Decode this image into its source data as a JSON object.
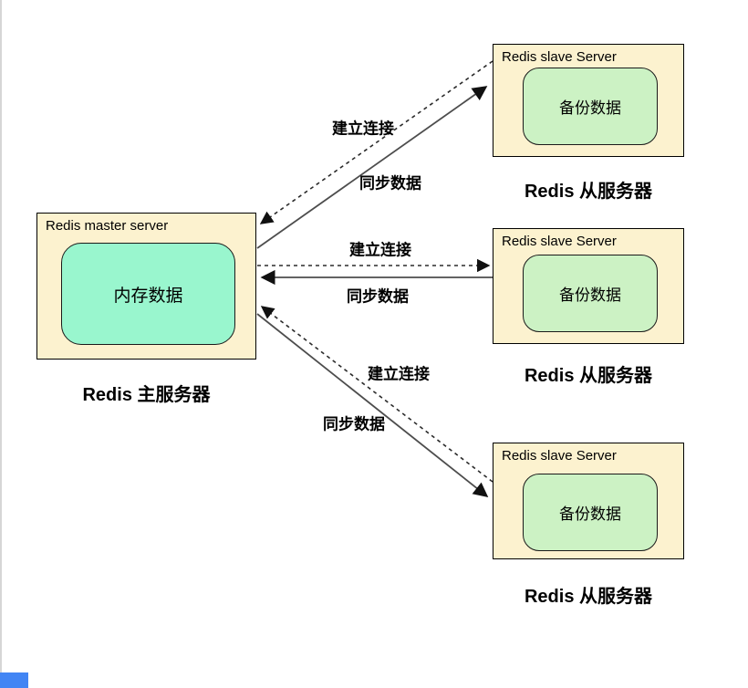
{
  "colors": {
    "node_fill": "#FCF2CF",
    "node_border": "#000000",
    "master_inner_fill": "#99F6CE",
    "slave_inner_fill": "#CCF2C4",
    "solid_edge": "#4d4d4d",
    "dashed_edge": "#2b2b2b",
    "corner_fragment_blue": "#4285F4"
  },
  "master": {
    "title": "Redis master server",
    "data_label": "内存数据",
    "caption": "Redis 主服务器"
  },
  "slaves": [
    {
      "title": "Redis slave Server",
      "data_label": "备份数据",
      "caption": "Redis 从服务器"
    },
    {
      "title": "Redis slave Server",
      "data_label": "备份数据",
      "caption": "Redis 从服务器"
    },
    {
      "title": "Redis slave Server",
      "data_label": "备份数据",
      "caption": "Redis 从服务器"
    }
  ],
  "connections": [
    {
      "establish_label": "建立连接",
      "sync_label": "同步数据"
    },
    {
      "establish_label": "建立连接",
      "sync_label": "同步数据"
    },
    {
      "establish_label": "建立连接",
      "sync_label": "同步数据"
    }
  ]
}
